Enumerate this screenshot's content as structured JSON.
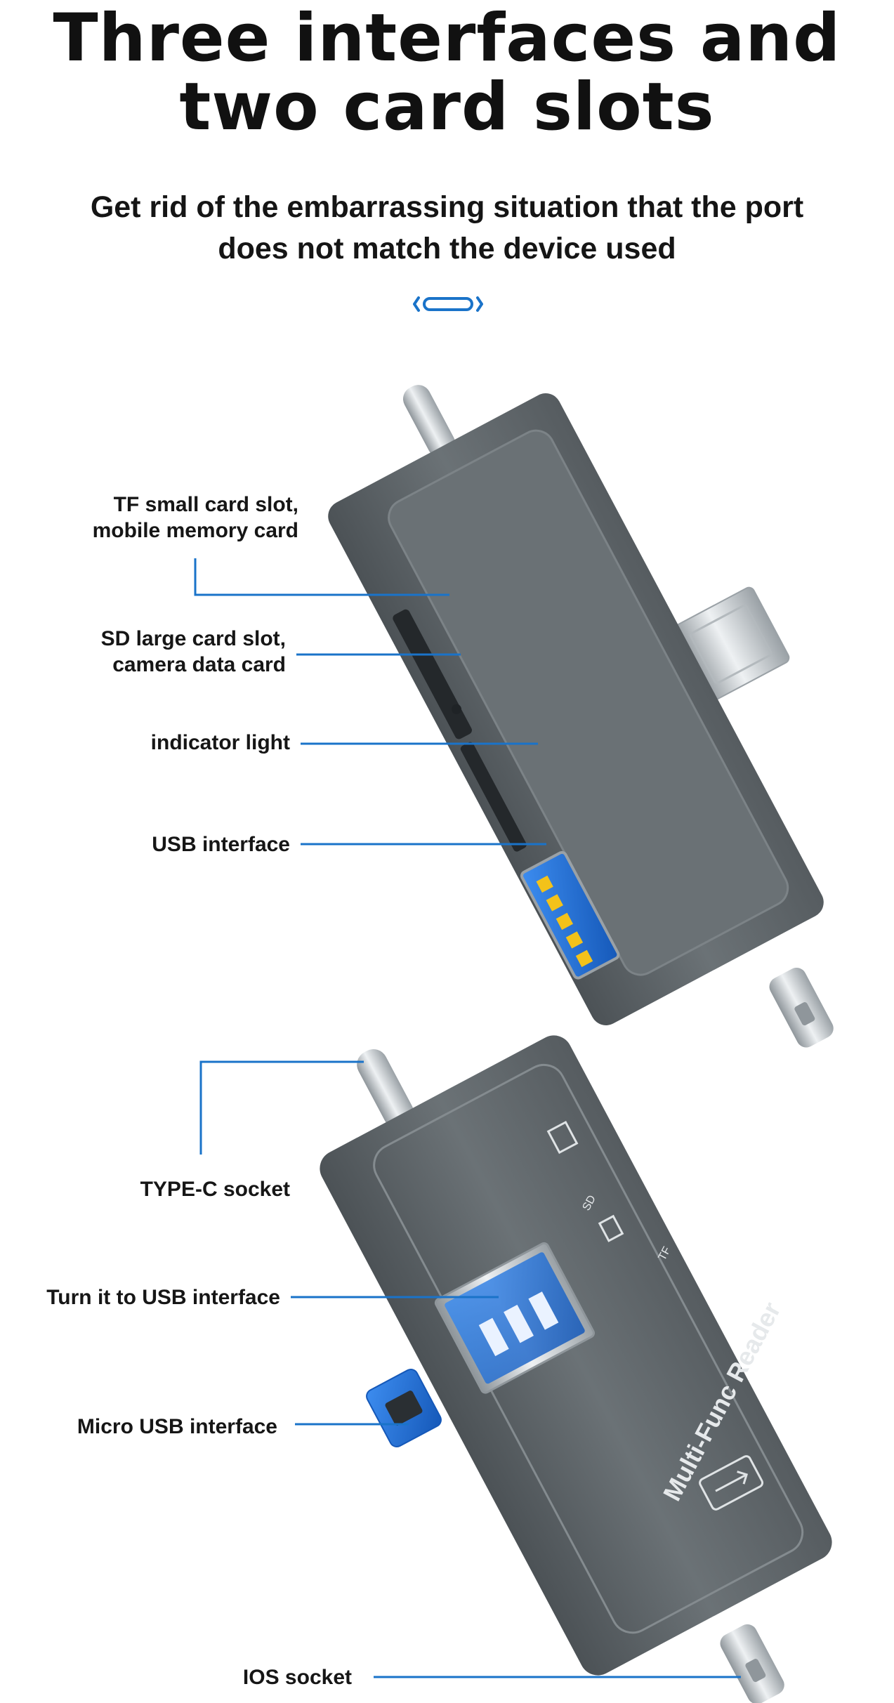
{
  "headline": {
    "line1": "Three interfaces and",
    "line2": "two card slots"
  },
  "subheadline": {
    "line1": "Get rid of the embarrassing situation that the port",
    "line2": "does not match the device used"
  },
  "top_device": {
    "labels": {
      "tf_slot": [
        "TF small card slot,",
        "mobile memory card"
      ],
      "sd_slot": [
        "SD large card slot,",
        "camera data card"
      ],
      "indicator": "indicator light",
      "usb": "USB interface"
    }
  },
  "bottom_device": {
    "body_text": "Multi-Func Reader",
    "slot_marks": {
      "tf": "TF",
      "sd": "SD"
    },
    "labels": {
      "type_c": "TYPE-C socket",
      "turn_usb": "Turn it to USB interface",
      "micro_usb": "Micro USB interface",
      "ios": "IOS socket"
    }
  },
  "colors": {
    "callout_line": "#1a73c9",
    "device_body": "#5e6468",
    "usb_blue": "#1f6fd6",
    "contact_gold": "#f3c21a",
    "metal": "#c9ced2"
  }
}
